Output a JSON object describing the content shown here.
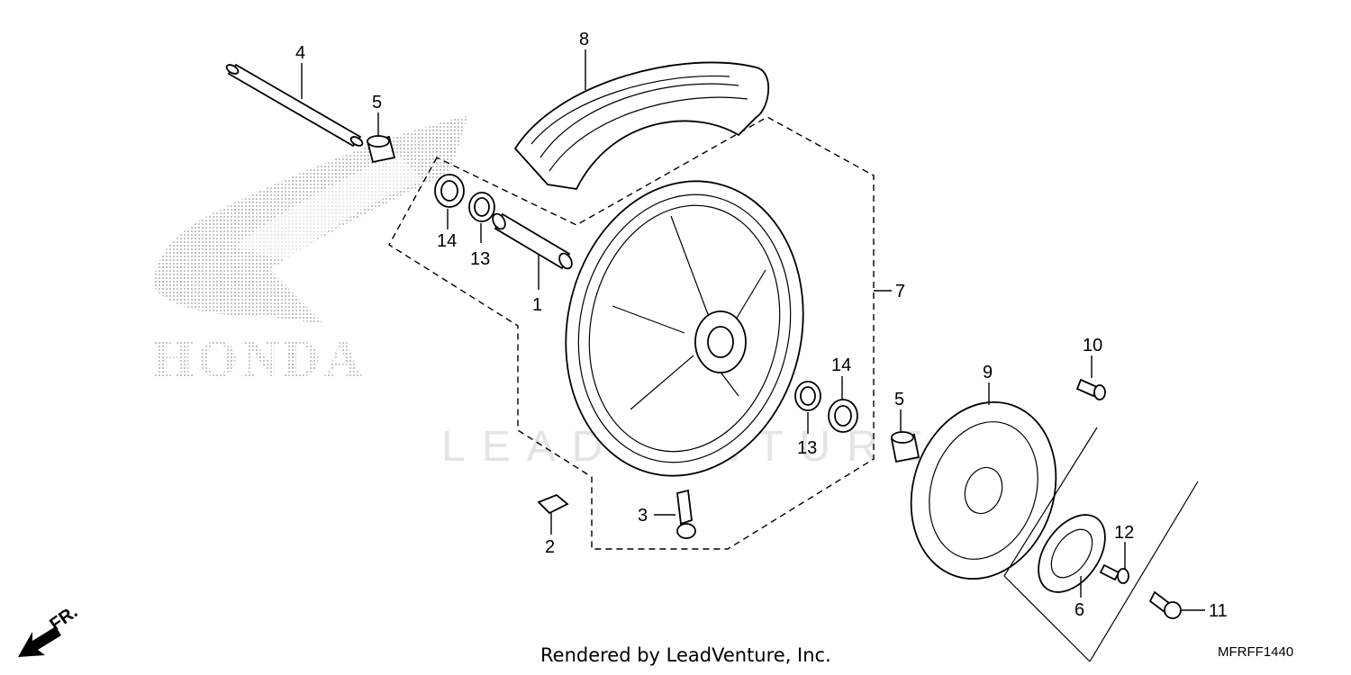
{
  "watermark": {
    "brand": "HONDA",
    "overlay": "LEADVENTURE"
  },
  "callouts": {
    "axle": "4",
    "collar_top": "5",
    "tire": "8",
    "bearing_left": "14",
    "seal_left": "13",
    "spacer": "1",
    "wheel": "7",
    "bolt_disc": "10",
    "disc": "9",
    "collar_right": "5",
    "bearing_right": "14",
    "seal_right": "13",
    "valve": "3",
    "weight": "2",
    "pulser_bolt": "12",
    "pulser_ring": "6",
    "pulser_screw": "11"
  },
  "direction_label": "FR.",
  "footer": "Rendered by LeadVenture, Inc.",
  "diagram_code": "MFRFF1440",
  "colors": {
    "line": "#000000",
    "watermark": "#b8b8b8",
    "background": "#ffffff"
  }
}
